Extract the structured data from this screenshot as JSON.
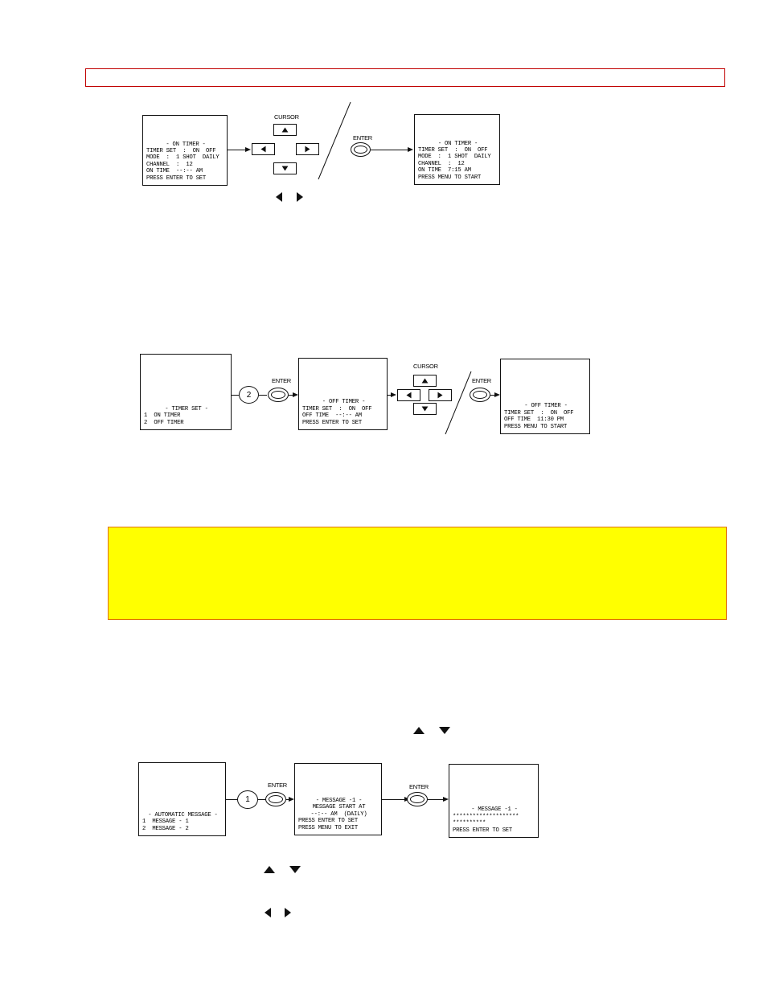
{
  "diagram1": {
    "screen_left": {
      "lines": [
        "- ON TIMER -",
        "TIMER SET  :  ON  OFF",
        "MODE  :  1 SHOT  DAILY",
        "CHANNEL  :  12",
        "ON TIME  --:-- AM",
        "PRESS ENTER TO SET"
      ]
    },
    "cursor_label": "CURSOR",
    "enter_label": "ENTER",
    "screen_right": {
      "lines": [
        "- ON TIMER -",
        "TIMER SET  :  ON  OFF",
        "MODE  :  1 SHOT  DAILY",
        "CHANNEL  :  12",
        "ON TIME  7:15 AM",
        "PRESS MENU TO START"
      ]
    }
  },
  "diagram2": {
    "screen_1": {
      "lines": [
        "- TIMER SET -",
        "1  ON TIMER",
        "2  OFF TIMER"
      ]
    },
    "number_button": "2",
    "enter_label": "ENTER",
    "screen_2": {
      "lines": [
        "- OFF TIMER -",
        "TIMER SET  :  ON  OFF",
        "OFF TIME  --:-- AM",
        "PRESS ENTER TO SET"
      ]
    },
    "cursor_label": "CURSOR",
    "enter_label_2": "ENTER",
    "screen_3": {
      "lines": [
        "- OFF TIMER -",
        "TIMER SET  :  ON  OFF",
        "OFF TIME  11:30 PM",
        "PRESS MENU TO START"
      ]
    }
  },
  "diagram3": {
    "screen_1": {
      "lines": [
        "- AUTOMATIC MESSAGE -",
        "1  MESSAGE - 1",
        "2  MESSAGE - 2"
      ]
    },
    "number_button": "1",
    "enter_label": "ENTER",
    "screen_2": {
      "lines": [
        "- MESSAGE -1 -",
        "MESSAGE START AT",
        "--:-- AM  (DAILY)",
        "PRESS ENTER TO SET",
        "PRESS MENU TO EXIT"
      ]
    },
    "enter_label_2": "ENTER",
    "screen_3": {
      "lines": [
        "- MESSAGE -1 -",
        "********************",
        "**********",
        "PRESS ENTER TO SET"
      ]
    }
  },
  "icons": {
    "left_right_arrows": [
      "triangle-left-icon",
      "triangle-right-icon"
    ],
    "up_down_arrows": [
      "triangle-up-icon",
      "triangle-down-icon"
    ]
  },
  "colors": {
    "banner_border": "#c00000",
    "note_fill": "#ffff00",
    "note_border": "#e07000"
  }
}
